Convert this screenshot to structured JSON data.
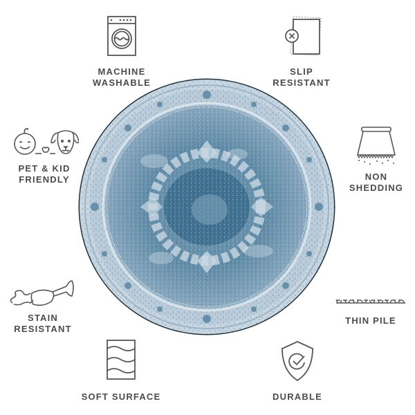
{
  "product": {
    "image_alt": "round-blue-distressed-medallion-rug",
    "colors": {
      "outline": "#22303a",
      "border_light": "#c4d3df",
      "border_mid": "#9fb6c8",
      "field_mid": "#7d9fb6",
      "field_dark": "#3d6f8e",
      "medallion_dark": "#2e5f80",
      "icon_stroke": "#555555",
      "label_text": "#4a4a4a"
    }
  },
  "features": [
    {
      "id": "machine-washable",
      "icon": "washing-machine-icon",
      "lines": [
        "MACHINE",
        "WASHABLE"
      ]
    },
    {
      "id": "slip-resistant",
      "icon": "slip-pad-icon",
      "lines": [
        "SLIP",
        "RESISTANT"
      ]
    },
    {
      "id": "pet-kid-friendly",
      "icon": "baby-and-dog-icon",
      "lines": [
        "PET & KID",
        "FRIENDLY"
      ]
    },
    {
      "id": "non-shedding",
      "icon": "rug-fringe-icon",
      "lines": [
        "NON",
        "SHEDDING"
      ]
    },
    {
      "id": "stain-resistant",
      "icon": "spilled-wine-glass-icon",
      "lines": [
        "STAIN",
        "RESISTANT"
      ]
    },
    {
      "id": "thin-pile",
      "icon": "thin-pile-icon",
      "lines": [
        "THIN PILE"
      ]
    },
    {
      "id": "soft-surface",
      "icon": "soft-waves-icon",
      "lines": [
        "SOFT SURFACE"
      ]
    },
    {
      "id": "durable",
      "icon": "shield-check-icon",
      "lines": [
        "DURABLE"
      ]
    }
  ]
}
